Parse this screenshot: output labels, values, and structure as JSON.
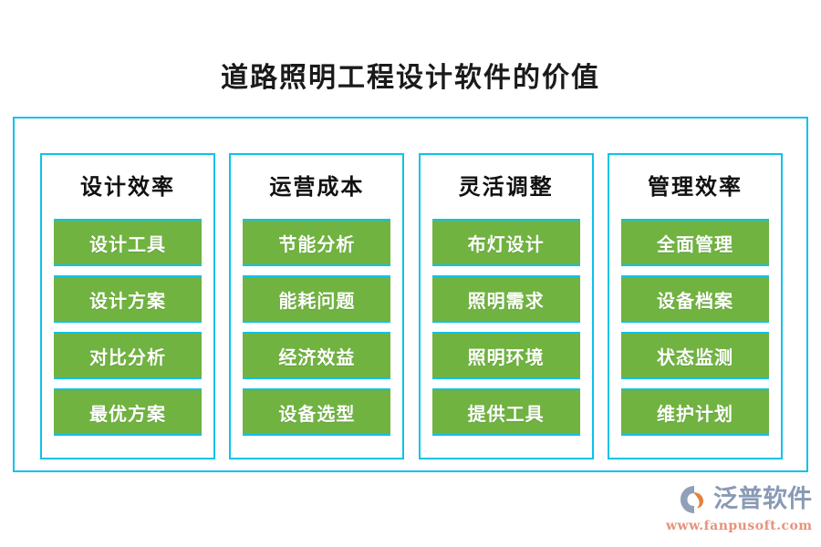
{
  "page": {
    "title": "道路照明工程设计软件的价值",
    "background_color": "#ffffff",
    "frame_border_color": "#0fc2ea",
    "item_fill_color": "#70b340",
    "title_color": "#1a1a1a"
  },
  "columns": [
    {
      "title": "设计效率",
      "items": [
        {
          "label": "设计工具"
        },
        {
          "label": "设计方案"
        },
        {
          "label": "对比分析"
        },
        {
          "label": "最优方案"
        }
      ]
    },
    {
      "title": "运营成本",
      "items": [
        {
          "label": "节能分析"
        },
        {
          "label": "能耗问题"
        },
        {
          "label": "经济效益"
        },
        {
          "label": "设备选型"
        }
      ]
    },
    {
      "title": "灵活调整",
      "items": [
        {
          "label": "布灯设计"
        },
        {
          "label": "照明需求"
        },
        {
          "label": "照明环境"
        },
        {
          "label": "提供工具"
        }
      ]
    },
    {
      "title": "管理效率",
      "items": [
        {
          "label": "全面管理"
        },
        {
          "label": "设备档案"
        },
        {
          "label": "状态监测"
        },
        {
          "label": "维护计划"
        }
      ]
    }
  ],
  "logo": {
    "name": "泛普软件",
    "url": "www.fanpusoft.com",
    "mark_icon": "fanpu-logo-icon",
    "name_color": "#8a9ab5",
    "url_color": "#e8927c",
    "mark_colors": {
      "shape": "#8fa0b8",
      "swoosh": "#e4813f"
    }
  }
}
